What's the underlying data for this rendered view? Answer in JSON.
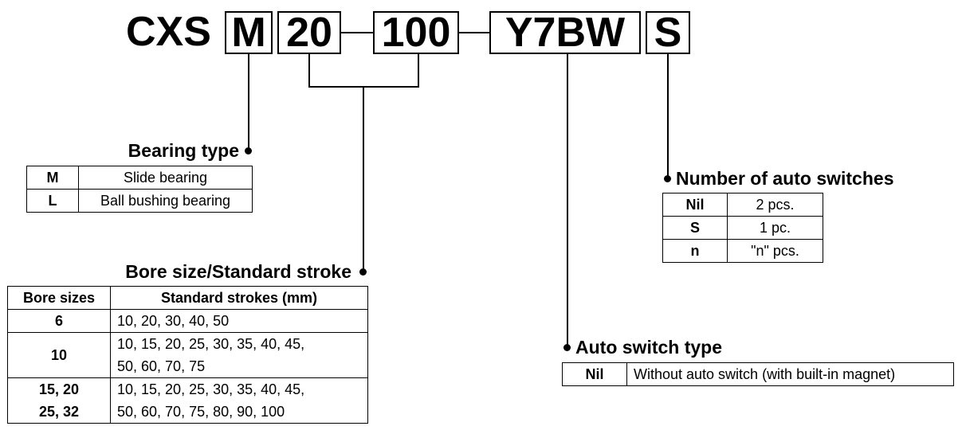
{
  "code": {
    "prefix": "CXS",
    "segments": [
      "M",
      "20",
      "100",
      "Y7BW",
      "S"
    ]
  },
  "bearing_type": {
    "title": "Bearing type",
    "rows": [
      {
        "code": "M",
        "desc": "Slide bearing"
      },
      {
        "code": "L",
        "desc": "Ball bushing bearing"
      }
    ]
  },
  "bore": {
    "title": "Bore size/Standard stroke",
    "headers": [
      "Bore sizes",
      "Standard strokes (mm)"
    ],
    "rows": [
      {
        "size_1": "6",
        "size_2": "",
        "strokes_1": "10, 20, 30, 40, 50",
        "strokes_2": ""
      },
      {
        "size_1": "10",
        "size_2": "",
        "strokes_1": "10, 15, 20, 25, 30, 35, 40, 45,",
        "strokes_2": "50, 60, 70, 75"
      },
      {
        "size_1": "15, 20",
        "size_2": "25, 32",
        "strokes_1": "10, 15, 20, 25, 30, 35, 40, 45,",
        "strokes_2": "50, 60, 70, 75, 80, 90, 100"
      }
    ]
  },
  "auto_switch_count": {
    "title": "Number of auto switches",
    "rows": [
      {
        "code": "Nil",
        "desc": "2 pcs."
      },
      {
        "code": "S",
        "desc": "1 pc."
      },
      {
        "code": "n",
        "desc": "\"n\" pcs."
      }
    ]
  },
  "auto_switch_type": {
    "title": "Auto switch type",
    "rows": [
      {
        "code": "Nil",
        "desc": "Without auto switch (with built-in magnet)"
      }
    ]
  }
}
